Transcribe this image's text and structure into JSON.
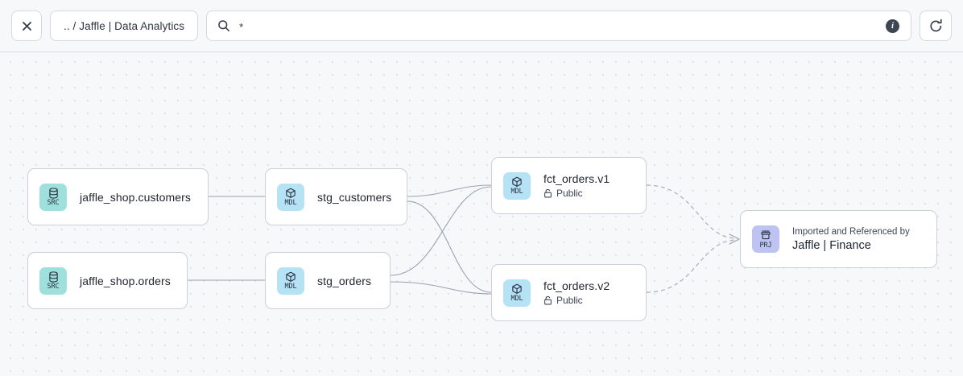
{
  "toolbar": {
    "close_label": "✕",
    "close_icon": "close-icon",
    "breadcrumb_label": ".. / Jaffle | Data Analytics",
    "search_icon": "search-icon",
    "search_value": "*",
    "search_placeholder": "",
    "info_icon": "info-icon",
    "info_label": "i",
    "refresh_icon": "refresh-icon"
  },
  "graph": {
    "nodes": [
      {
        "id": "src-customers",
        "badge_type": "SRC",
        "badge_icon": "database-icon",
        "title": "jaffle_shop.customers",
        "subtitle": null
      },
      {
        "id": "src-orders",
        "badge_type": "SRC",
        "badge_icon": "database-icon",
        "title": "jaffle_shop.orders",
        "subtitle": null
      },
      {
        "id": "mdl-stg-customers",
        "badge_type": "MDL",
        "badge_icon": "cube-icon",
        "title": "stg_customers",
        "subtitle": null
      },
      {
        "id": "mdl-stg-orders",
        "badge_type": "MDL",
        "badge_icon": "cube-icon",
        "title": "stg_orders",
        "subtitle": null
      },
      {
        "id": "mdl-fct-orders-v1",
        "badge_type": "MDL",
        "badge_icon": "cube-icon",
        "title": "fct_orders.v1",
        "subtitle": "Public",
        "subtitle_icon": "unlock-icon"
      },
      {
        "id": "mdl-fct-orders-v2",
        "badge_type": "MDL",
        "badge_icon": "cube-icon",
        "title": "fct_orders.v2",
        "subtitle": "Public",
        "subtitle_icon": "unlock-icon"
      },
      {
        "id": "prj-jaffle-finance",
        "badge_type": "PRJ",
        "badge_icon": "project-icon",
        "caption": "Imported and Referenced by",
        "title": "Jaffle | Finance"
      }
    ]
  },
  "colors": {
    "canvas_bg": "#f7f8fa",
    "node_bg": "#ffffff",
    "node_border": "#cbcfd8",
    "badge_src": "#9fe0dc",
    "badge_mdl": "#b6e2f6",
    "badge_prj": "#bec4f2",
    "edge": "#9aa1b0",
    "grid_dot": "#dcdee6"
  }
}
